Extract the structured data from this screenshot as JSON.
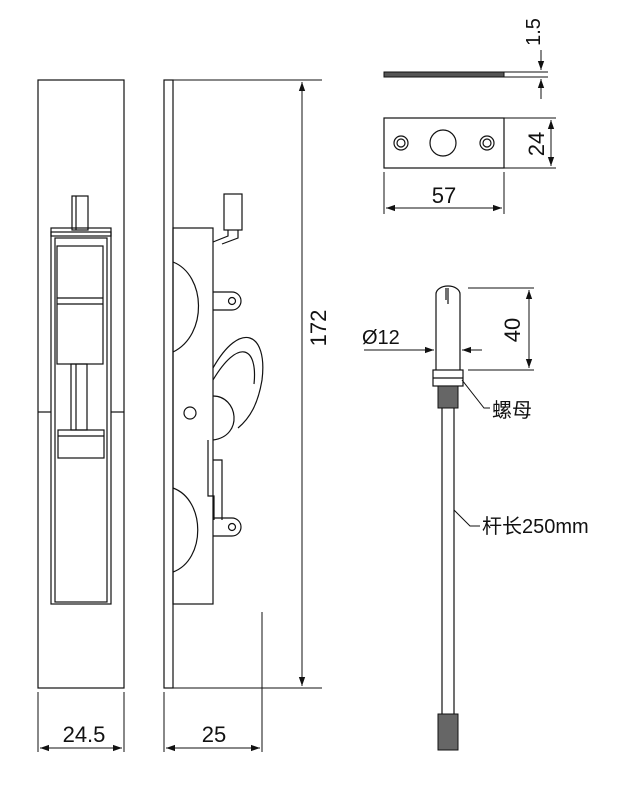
{
  "dimensions": {
    "front_width": "24.5",
    "side_depth": "25",
    "height": "172",
    "plate_thickness": "1.5",
    "plate_height": "24",
    "plate_length": "57",
    "rod_diameter": "Ø12",
    "rod_tip_length": "40"
  },
  "callouts": {
    "nut": "螺母",
    "rod_length": "杆长250mm"
  }
}
